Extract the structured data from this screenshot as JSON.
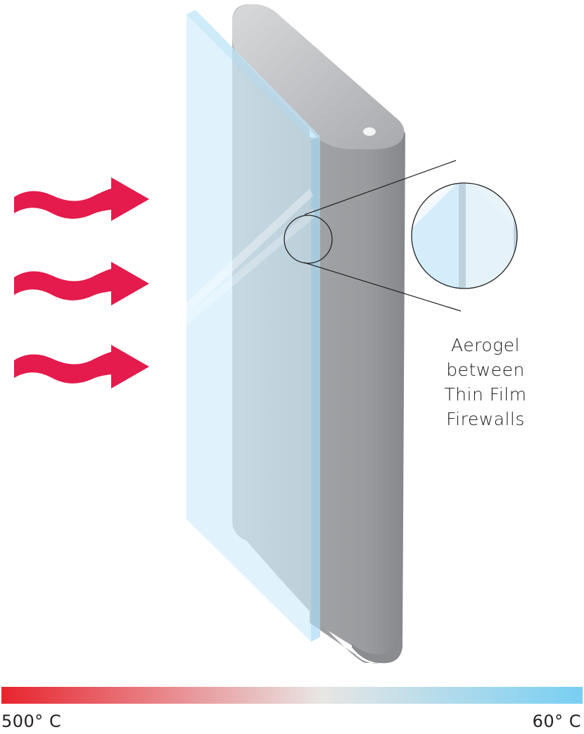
{
  "callout": {
    "lines": [
      "Aerogel",
      "between",
      "Thin Film",
      "Firewalls"
    ]
  },
  "temperature_scale": {
    "hot_label": "500° C",
    "cold_label": "60° C",
    "hot_color": "#E8242E",
    "mid_color": "#E8E6E4",
    "cold_color": "#77CFF3"
  },
  "icons": {
    "heat_arrows": [
      "heat-wave-arrow-icon",
      "heat-wave-arrow-icon",
      "heat-wave-arrow-icon"
    ],
    "heat_arrow_color": "#E41B4C"
  },
  "colors": {
    "film_blue": "#CDEBFA",
    "body_gray": "#A3A4A7"
  }
}
